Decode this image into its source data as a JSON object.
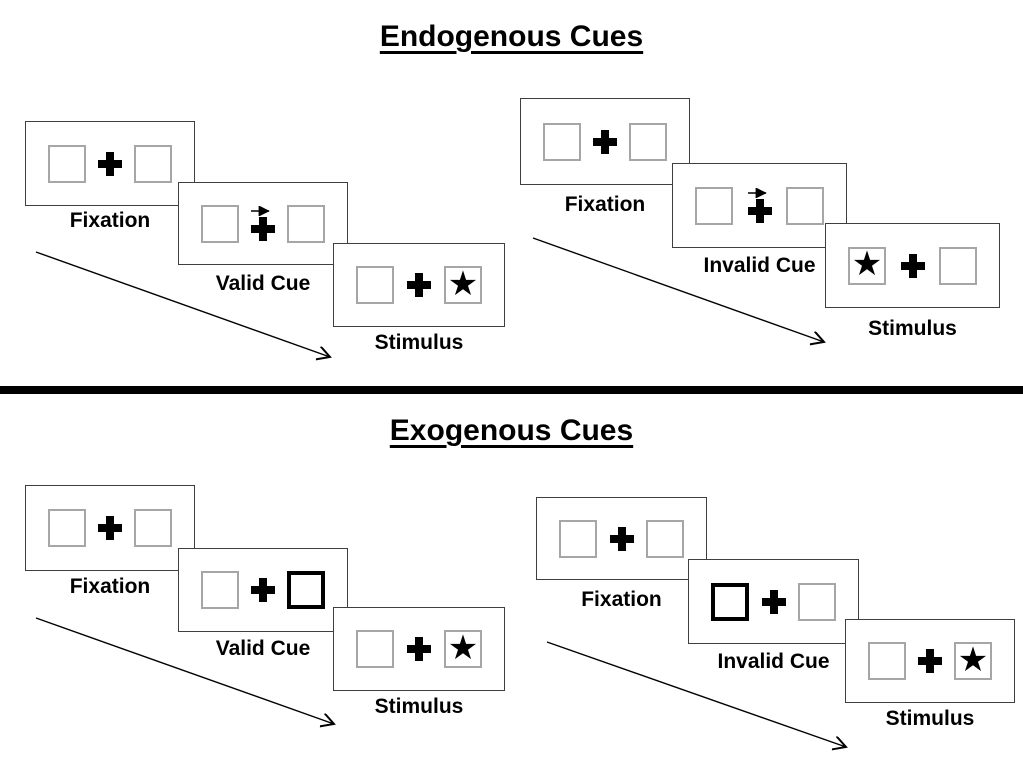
{
  "colors": {
    "background": "#ffffff",
    "ink": "#000000",
    "panel_border": "#3f3f3f",
    "square_border": "#a6a6a6"
  },
  "glyphs": {
    "star": "★"
  },
  "sections": [
    {
      "title": "Endogenous Cues",
      "sequences": [
        {
          "name": "valid-sequence",
          "steps": [
            {
              "label": "Fixation",
              "cue": "none",
              "star": "none"
            },
            {
              "label": "Valid Cue",
              "cue": "arrow-right-above-cross",
              "star": "none"
            },
            {
              "label": "Stimulus",
              "cue": "none",
              "star": "right"
            }
          ]
        },
        {
          "name": "invalid-sequence",
          "steps": [
            {
              "label": "Fixation",
              "cue": "none",
              "star": "none"
            },
            {
              "label": "Invalid Cue",
              "cue": "arrow-right-above-cross",
              "star": "none"
            },
            {
              "label": "Stimulus",
              "cue": "none",
              "star": "left"
            }
          ]
        }
      ]
    },
    {
      "title": "Exogenous Cues",
      "sequences": [
        {
          "name": "valid-sequence",
          "steps": [
            {
              "label": "Fixation",
              "cue": "none",
              "star": "none"
            },
            {
              "label": "Valid Cue",
              "cue": "thick-box-right",
              "star": "none"
            },
            {
              "label": "Stimulus",
              "cue": "none",
              "star": "right"
            }
          ]
        },
        {
          "name": "invalid-sequence",
          "steps": [
            {
              "label": "Fixation",
              "cue": "none",
              "star": "none"
            },
            {
              "label": "Invalid Cue",
              "cue": "thick-box-left",
              "star": "none"
            },
            {
              "label": "Stimulus",
              "cue": "none",
              "star": "right"
            }
          ]
        }
      ]
    }
  ]
}
